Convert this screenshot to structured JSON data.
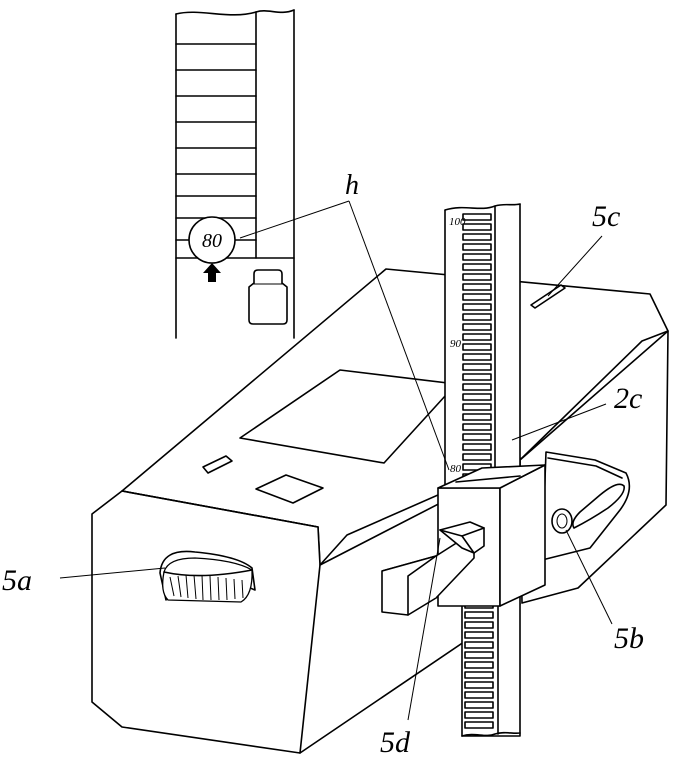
{
  "labels": {
    "h": "h",
    "label_5a": "5a",
    "label_5b": "5b",
    "label_5c": "5c",
    "label_5d": "5d",
    "label_2c": "2c"
  },
  "inset": {
    "marker_value": "80"
  },
  "scale": {
    "tick_100": "100",
    "tick_90": "90",
    "tick_80": "80"
  }
}
